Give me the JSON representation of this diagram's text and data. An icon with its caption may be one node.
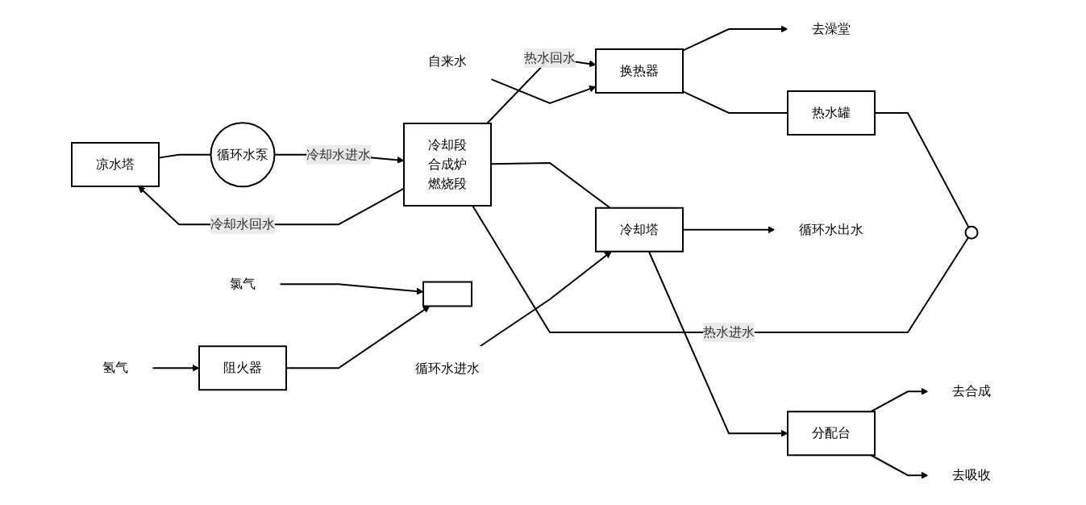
{
  "diagram": {
    "nodes": [
      {
        "text": [
          "凉水塔"
        ]
      },
      {
        "text": [
          "循环水泵"
        ]
      },
      {
        "text": [
          "冷却段",
          "合成炉",
          "燃烧段"
        ]
      },
      {
        "text": [
          "换热器"
        ]
      },
      {
        "text": [
          "自来水"
        ]
      },
      {
        "text": [
          "去澡堂"
        ]
      },
      {
        "text": [
          "热水罐"
        ]
      },
      {
        "text": [],
        "shape": "circle"
      },
      {
        "text": [],
        "shape": "box"
      },
      {
        "text": [
          "氯气"
        ]
      },
      {
        "text": [
          "冷却塔"
        ]
      },
      {
        "text": [
          "循环水出水"
        ]
      },
      {
        "text": [
          "循环水进水"
        ]
      },
      {
        "text": [
          "分配台"
        ]
      },
      {
        "text": [
          "去合成"
        ]
      },
      {
        "text": [
          "去吸收"
        ]
      },
      {
        "text": [
          "阻火器"
        ]
      },
      {
        "text": [
          "氢气"
        ]
      }
    ],
    "edges": [
      {
        "from": 0,
        "to": 1,
        "arrow": "none"
      },
      {
        "from": 1,
        "to": 2,
        "arrow": "to",
        "label": "冷却水进水"
      },
      {
        "from": 2,
        "to": 0,
        "arrow": "to",
        "label": "冷却水回水"
      },
      {
        "from": 2,
        "to": 3,
        "arrow": "to",
        "label": "热水回水"
      },
      {
        "from": 4,
        "to": 3,
        "arrow": "to"
      },
      {
        "from": 3,
        "to": 5,
        "arrow": "to"
      },
      {
        "from": 3,
        "to": 6,
        "arrow": "none"
      },
      {
        "from": 6,
        "to": 7,
        "arrow": "none"
      },
      {
        "from": 7,
        "to": 2,
        "arrow": "none",
        "label": "热水进水"
      },
      {
        "from": 9,
        "to": 8,
        "arrow": "to"
      },
      {
        "from": 17,
        "to": 16,
        "arrow": "to"
      },
      {
        "from": 16,
        "to": 8,
        "arrow": "to"
      },
      {
        "from": 2,
        "to": 10,
        "arrow": "none"
      },
      {
        "from": 10,
        "to": 11,
        "arrow": "to"
      },
      {
        "from": 12,
        "to": 10,
        "arrow": "to"
      },
      {
        "from": 10,
        "to": 13,
        "arrow": "to"
      },
      {
        "from": 13,
        "to": 14,
        "arrow": "to"
      },
      {
        "from": 13,
        "to": 15,
        "arrow": "to"
      }
    ]
  }
}
